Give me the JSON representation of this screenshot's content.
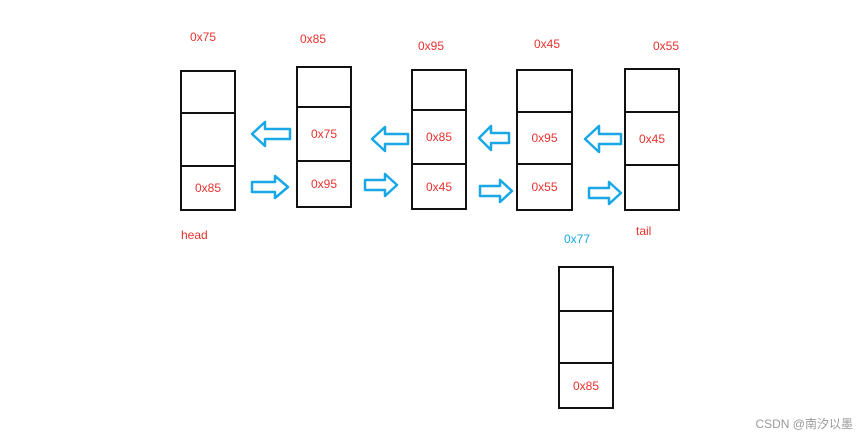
{
  "colors": {
    "address": "#e8322f",
    "new_node_address": "#19a7e6",
    "arrow": "#19a7e6",
    "border": "#111111"
  },
  "nodes": [
    {
      "address": "0x75",
      "prev": "",
      "next": "0x85"
    },
    {
      "address": "0x85",
      "prev": "0x75",
      "next": "0x95"
    },
    {
      "address": "0x95",
      "prev": "0x85",
      "next": "0x45"
    },
    {
      "address": "0x45",
      "prev": "0x95",
      "next": "0x55"
    },
    {
      "address": "0x55",
      "prev": "0x45",
      "next": ""
    }
  ],
  "head_label": "head",
  "tail_label": "tail",
  "new_node": {
    "address": "0x77",
    "prev": "",
    "next": "0x85"
  },
  "watermark": "CSDN @南汐以墨"
}
